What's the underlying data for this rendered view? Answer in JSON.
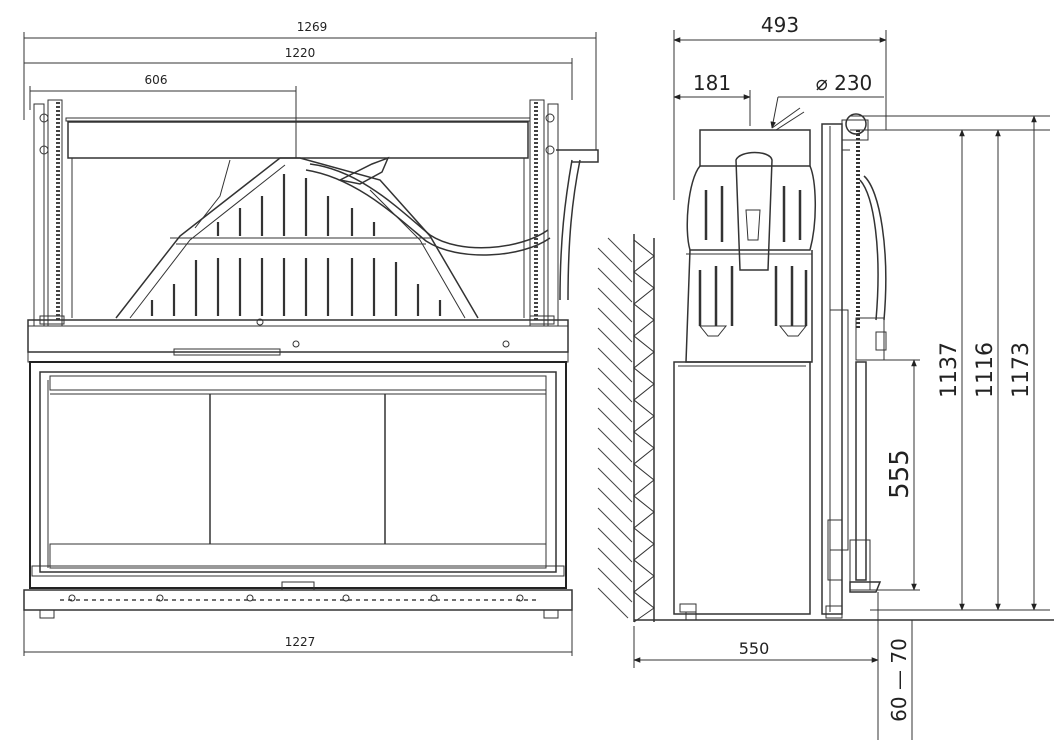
{
  "front_view": {
    "dim_overall_width": "1269",
    "dim_inner_width": "1220",
    "dim_half_width": "606",
    "dim_base_width": "1227"
  },
  "side_view": {
    "dim_depth": "493",
    "dim_flue_offset": "181",
    "dim_flue_diameter": "⌀ 230",
    "dim_height_a": "1137",
    "dim_height_b": "1116",
    "dim_height_c": "1173",
    "dim_door_height": "555",
    "dim_wall_depth": "550",
    "dim_foot_range": "60 — 70"
  }
}
